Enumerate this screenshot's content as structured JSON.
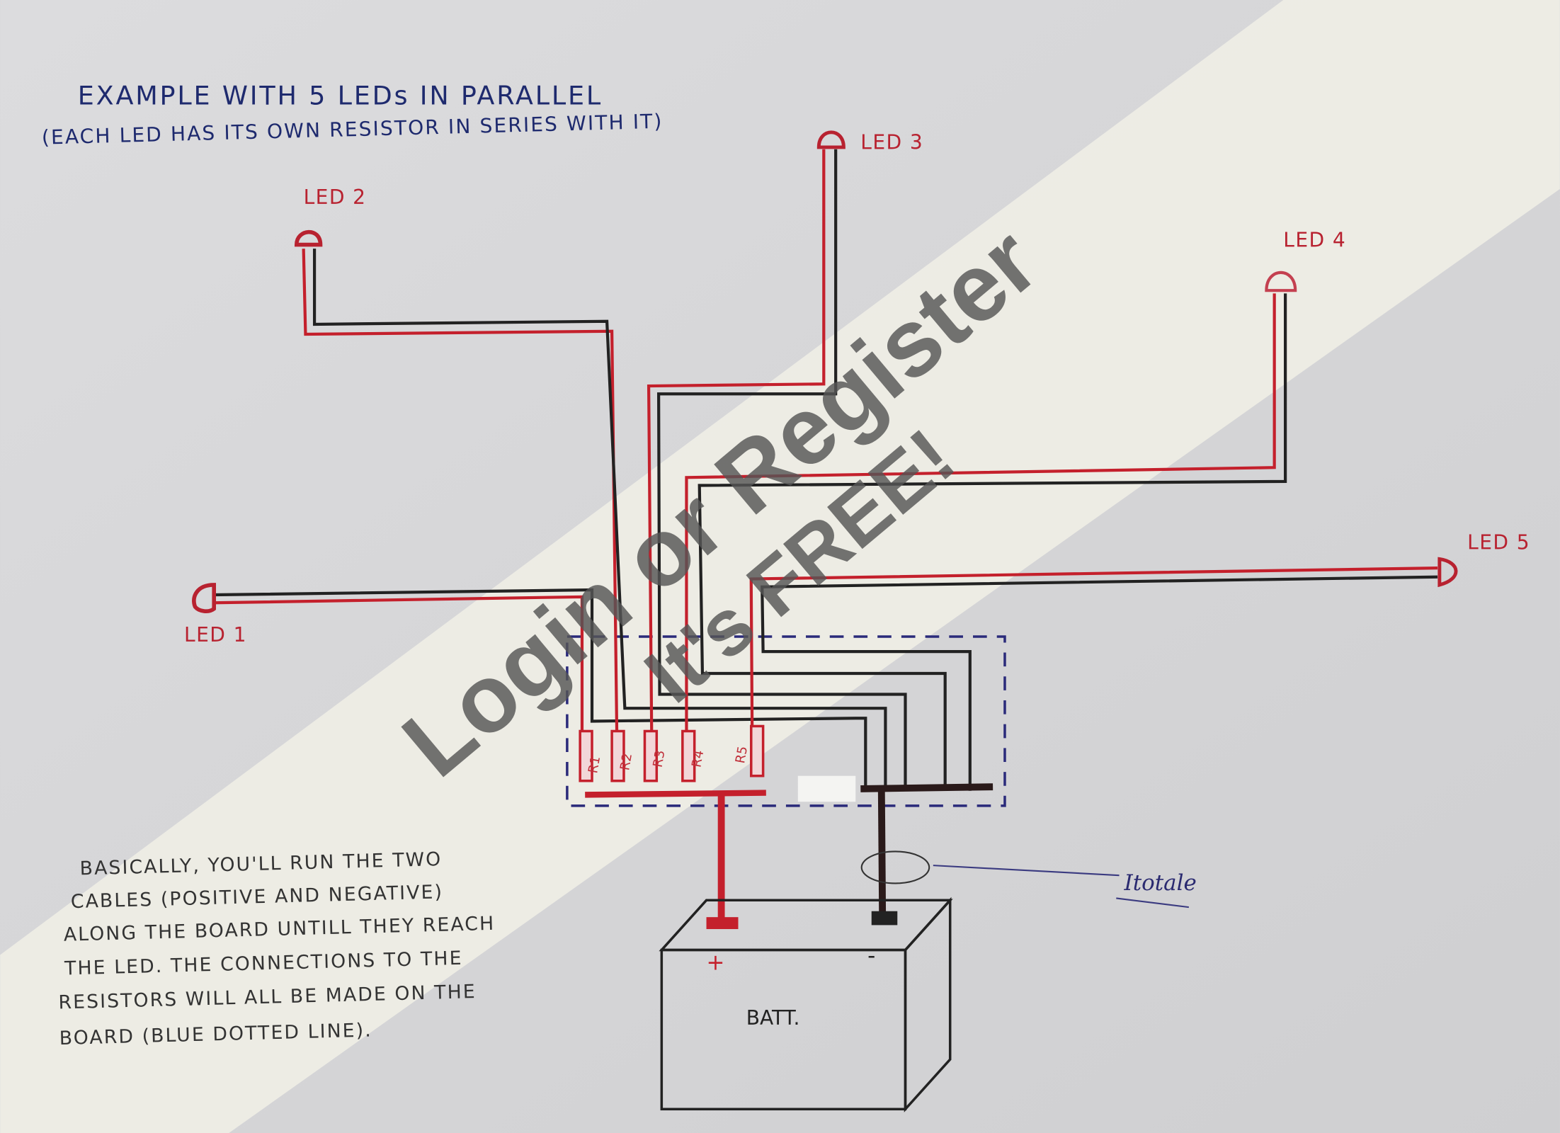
{
  "title": {
    "line1": "EXAMPLE WITH 5 LEDs IN PARALLEL",
    "line2": "(EACH LED HAS ITS OWN RESISTOR IN SERIES WITH IT)"
  },
  "leds": [
    {
      "label": "LED 1"
    },
    {
      "label": "LED 2"
    },
    {
      "label": "LED 3"
    },
    {
      "label": "LED 4"
    },
    {
      "label": "LED 5"
    }
  ],
  "resistors": [
    {
      "label": "R1"
    },
    {
      "label": "R2"
    },
    {
      "label": "R3"
    },
    {
      "label": "R4"
    },
    {
      "label": "R5"
    }
  ],
  "battery": {
    "label": "BATT.",
    "positive": "+",
    "negative": "-"
  },
  "current_label": "Itotale",
  "note": [
    "BASICALLY, YOU'LL RUN THE TWO",
    "CABLES (POSITIVE AND NEGATIVE)",
    "ALONG THE BOARD UNTILL THEY REACH",
    "THE LED. THE CONNECTIONS TO THE",
    "RESISTORS WILL ALL BE MADE ON THE",
    "BOARD (BLUE DOTTED LINE)."
  ],
  "watermark": {
    "line1": "Login or Register",
    "line2": "It's FREE!"
  },
  "colors": {
    "positive": "#c4202c",
    "negative": "#222222",
    "board": "#2a2a7a"
  }
}
